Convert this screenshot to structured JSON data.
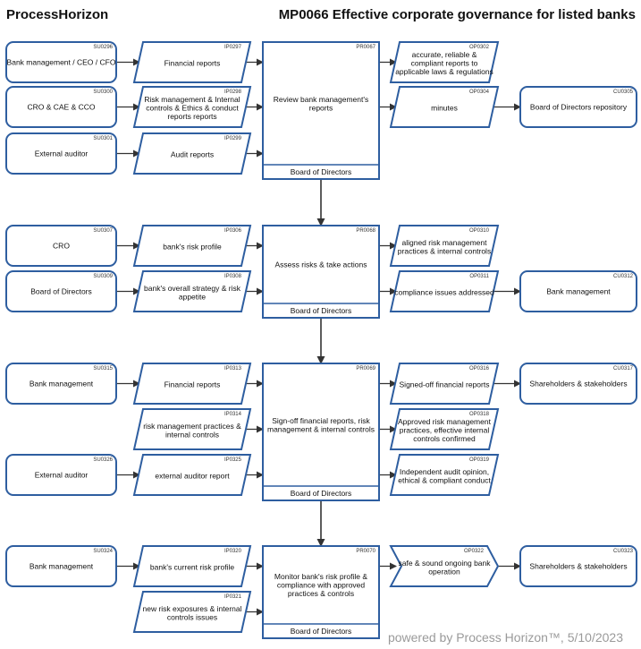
{
  "header": {
    "brand": "ProcessHorizon",
    "title": "MP0066 Effective corporate governance for listed banks"
  },
  "footer": {
    "text": "powered by Process Horizon™, 5/10/2023"
  },
  "sections": [
    {
      "suppliers": [
        {
          "code": "SU0296",
          "label": [
            "Bank management / CEO / CFO"
          ]
        },
        {
          "code": "SU0300",
          "label": [
            "CRO & CAE & CCO"
          ]
        },
        {
          "code": "SU0301",
          "label": [
            "External auditor"
          ]
        }
      ],
      "inputs": [
        {
          "code": "IP0297",
          "label": [
            "Financial reports"
          ]
        },
        {
          "code": "IP0298",
          "label": [
            "Risk management & Internal",
            "controls & Ethics & conduct",
            "reports reports"
          ]
        },
        {
          "code": "IP0299",
          "label": [
            "Audit reports"
          ]
        }
      ],
      "process": {
        "code": "PR0067",
        "label": [
          "Review bank management's",
          "reports"
        ],
        "owner": "Board of Directors"
      },
      "outputs": [
        {
          "code": "OP0302",
          "label": [
            "accurate, reliable &",
            "compliant reports to",
            "applicable laws & regulations"
          ]
        },
        {
          "code": "OP0304",
          "label": [
            "minutes"
          ]
        }
      ],
      "customers": [
        null,
        {
          "code": "CU0305",
          "label": [
            "Board of Directors repository"
          ]
        }
      ]
    },
    {
      "suppliers": [
        {
          "code": "SU0307",
          "label": [
            "CRO"
          ]
        },
        {
          "code": "SU0309",
          "label": [
            "Board of Directors"
          ]
        }
      ],
      "inputs": [
        {
          "code": "IP0306",
          "label": [
            "bank's risk profile"
          ]
        },
        {
          "code": "IP0308",
          "label": [
            "bank's overall strategy & risk",
            "appetite"
          ]
        }
      ],
      "process": {
        "code": "PR0068",
        "label": [
          "Assess risks & take actions"
        ],
        "owner": "Board of Directors"
      },
      "outputs": [
        {
          "code": "OP0310",
          "label": [
            "aligned risk management",
            "practices & internal controls"
          ]
        },
        {
          "code": "OP0311",
          "label": [
            "compliance issues addressed"
          ]
        }
      ],
      "customers": [
        null,
        {
          "code": "CU0312",
          "label": [
            "Bank management"
          ]
        }
      ]
    },
    {
      "suppliers": [
        {
          "code": "SU0315",
          "label": [
            "Bank management"
          ]
        },
        null,
        {
          "code": "SU0326",
          "label": [
            "External auditor"
          ]
        }
      ],
      "inputs": [
        {
          "code": "IP0313",
          "label": [
            "Financial reports"
          ]
        },
        {
          "code": "IP0314",
          "label": [
            "risk management practices &",
            "internal controls"
          ]
        },
        {
          "code": "IP0325",
          "label": [
            "external auditor report"
          ]
        }
      ],
      "process": {
        "code": "PR0069",
        "label": [
          "Sign-off financial reports, risk",
          "management & internal controls"
        ],
        "owner": "Board of Directors"
      },
      "outputs": [
        {
          "code": "OP0316",
          "label": [
            "Signed-off financial reports"
          ]
        },
        {
          "code": "OP0318",
          "label": [
            "Approved risk management",
            "practices, effective internal",
            "controls confirmed"
          ]
        },
        {
          "code": "OP0319",
          "label": [
            "Independent audit opinion,",
            "ethical & compliant conduct"
          ]
        }
      ],
      "customers": [
        {
          "code": "CU0317",
          "label": [
            "Shareholders & stakeholders"
          ]
        },
        null,
        null
      ]
    },
    {
      "suppliers": [
        {
          "code": "SU0324",
          "label": [
            "Bank management"
          ]
        },
        null
      ],
      "inputs": [
        {
          "code": "IP0320",
          "label": [
            "bank's current risk profile"
          ]
        },
        {
          "code": "IP0321",
          "label": [
            "new risk exposures & internal",
            "controls issues"
          ]
        }
      ],
      "process": {
        "code": "PR0070",
        "label": [
          "Monitor bank's risk profile &",
          "compliance with approved",
          "practices & controls"
        ],
        "owner": "Board of Directors"
      },
      "outputs": [
        {
          "code": "OP0322",
          "label": [
            "safe & sound ongoing bank",
            "operation"
          ],
          "shape": "arrow"
        }
      ],
      "customers": [
        {
          "code": "CU0323",
          "label": [
            "Shareholders & stakeholders"
          ]
        }
      ]
    }
  ]
}
